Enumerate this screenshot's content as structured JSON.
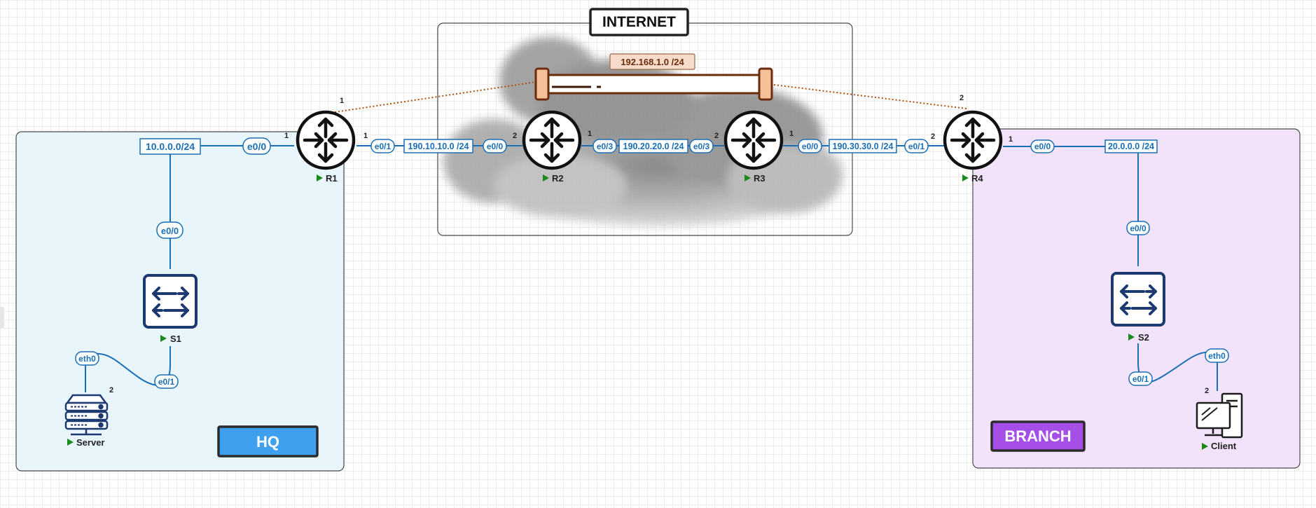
{
  "zones": {
    "hq": "HQ",
    "branch": "BRANCH",
    "internet": "INTERNET"
  },
  "colors": {
    "link": "#1a6fb5",
    "hq_fill": "#e8f5fb",
    "branch_fill": "#f2e3fa",
    "hq_badge": "#3fa0ef",
    "branch_badge": "#a64ee8",
    "tunnel_label_fill": "#f7dccb",
    "tunnel": "#7b3a12",
    "node_arrow": "#1a8a1a"
  },
  "devices": {
    "r1": "R1",
    "r2": "R2",
    "r3": "R3",
    "r4": "R4",
    "s1": "S1",
    "s2": "S2",
    "server": "Server",
    "client": "Client"
  },
  "icons": {
    "router": "router-icon",
    "switch": "switch-icon",
    "server": "server-icon",
    "client": "desktop-computer-icon",
    "cloud": "cloud-icon",
    "tunnel": "tunnel-icon"
  },
  "subnets": {
    "hq_lan": "10.0.0.0/24",
    "r1_r2": "190.10.10.0 /24",
    "r2_r3": "190.20.20.0 /24",
    "r3_r4": "190.30.30.0 /24",
    "branch_lan": "20.0.0.0 /24",
    "tunnel": "192.168.1.0 /24"
  },
  "interfaces": {
    "r1_hq": "e0/0",
    "s1_up": "e0/0",
    "s1_server": "e0/1",
    "server_nic": "eth0",
    "r1_wan": "e0/1",
    "r2_left": "e0/0",
    "r2_right": "e0/3",
    "r3_left": "e0/3",
    "r3_right": "e0/0",
    "r4_wan": "e0/1",
    "r4_branch": "e0/0",
    "s2_up": "e0/0",
    "s2_client": "e0/1",
    "client_nic": "eth0"
  },
  "host_ids": {
    "r1_hq": "1",
    "r1_wan": "1",
    "r1_tunnel": "1",
    "r2_left": "2",
    "r2_right": "1",
    "r3_left": "2",
    "r3_right": "1",
    "r4_wan": "2",
    "r4_branch": "1",
    "r4_tunnel": "2",
    "server": "2",
    "client": "2"
  }
}
